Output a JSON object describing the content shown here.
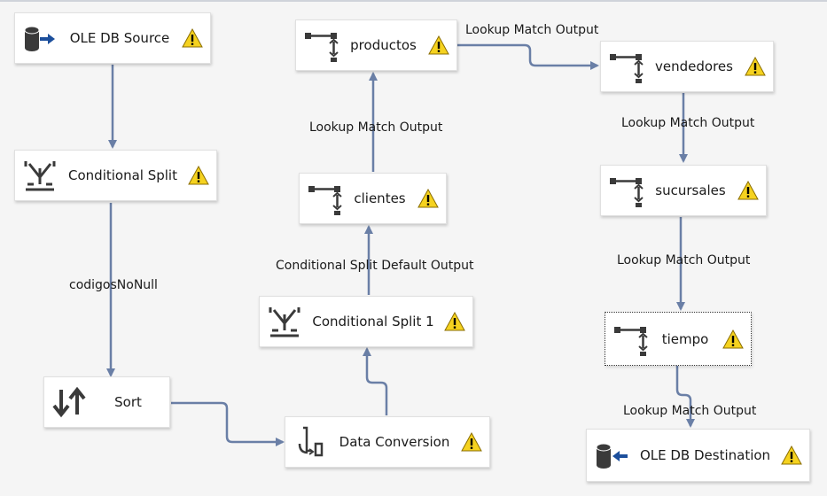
{
  "nodes": {
    "ole_db_source": "OLE DB Source",
    "conditional_split": "Conditional Split",
    "sort": "Sort",
    "data_conversion": "Data Conversion",
    "conditional_split_1": "Conditional Split 1",
    "clientes": "clientes",
    "productos": "productos",
    "vendedores": "vendedores",
    "sucursales": "sucursales",
    "tiempo": "tiempo",
    "ole_db_destination": "OLE DB Destination"
  },
  "edges": {
    "codigos_no_null": "codigosNoNull",
    "cs_default_output": "Conditional Split Default Output",
    "lookup_clientes_productos": "Lookup Match Output",
    "lookup_productos_vendedores": "Lookup Match Output",
    "lookup_vendedores_sucursales": "Lookup Match Output",
    "lookup_sucursales_tiempo": "Lookup Match Output",
    "lookup_tiempo_destination": "Lookup Match Output"
  },
  "icons": {
    "source": "database-arrow-out-icon",
    "split": "conditional-split-icon",
    "sort": "sort-icon",
    "conversion": "data-conversion-icon",
    "lookup": "lookup-icon",
    "destination": "database-arrow-in-icon",
    "warning": "warning-icon"
  },
  "colors": {
    "background": "#f5f5f5",
    "connector": "#6a7fa6",
    "warning_fill": "#f5d21f",
    "icon_dark": "#3a3a3a",
    "arrow_blue": "#1c4f9c"
  },
  "selected_node": "tiempo"
}
